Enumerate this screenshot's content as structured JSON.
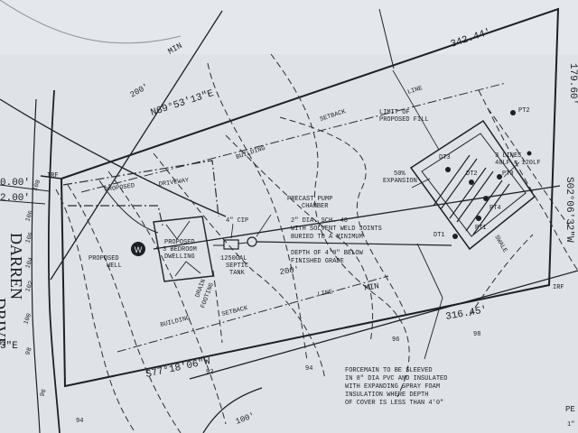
{
  "labels": {
    "dim_342_44": "342.44'",
    "dim_179_60": "179.60'",
    "dim_316_45": "316.45'",
    "dim_200_top": "200'",
    "dim_200_mid": "200'",
    "dim_100_bottom": "100'",
    "min_top": "MIN",
    "min_mid": "MIN",
    "bearing_n69": "N69°53'13\"E",
    "bearing_s02": "S02°06'32\"W",
    "bearing_s77": "S77°18'06\"W",
    "bearing_left_e": "3\"E",
    "line_top": "LINE",
    "line_mid": "LINE",
    "setback_top": "SETBACK",
    "setback_bottom": "SETBACK",
    "building_top": "BUILDING",
    "building_bottom": "BUILDING",
    "limit_fill_1": "LIMIT OF",
    "limit_fill_2": "PROPOSED FILL",
    "three_lines_1": "3 LINES",
    "three_lines_2": "40LF = 120LF",
    "expansion_1": "50%",
    "expansion_2": "EXPANSION",
    "swale": "SWALE",
    "pump_1": "PRECAST PUMP",
    "pump_2": "CHAMBER",
    "pipe_1": "2\" DIA. SCH. 40",
    "pipe_2": "WITH SOLVENT WELD JOINTS",
    "pipe_3": "BURIED TO A MINIMUM",
    "pipe_4": "DEPTH OF 4'0\" BELOW",
    "pipe_5": "FINISHED GRADE",
    "cip": "4\" CIP",
    "driveway_1": "PROPOSED",
    "driveway_2": "DRIVEWAY",
    "dwelling_1": "PROPOSED",
    "dwelling_2": "3 BEDROOM",
    "dwelling_3": "DWELLING",
    "well_1": "PROPOSED",
    "well_2": "WELL",
    "well_symbol": "W",
    "septic_1": "1250GAL",
    "septic_2": "SEPTIC",
    "septic_3": "TANK",
    "footing_1": "FOOTING",
    "footing_2": "DRAIN",
    "irf_left": "IRF",
    "irf_right": "IRF",
    "dim_left_00": "0.00'",
    "dim_left_200": "2.00'",
    "forcemain_1": "FORCEMAIN TO BE SLEEVED",
    "forcemain_2": "IN 8\" DIA PVC AND INSULATED",
    "forcemain_3": "WITH EXPANDING SPRAY FOAM",
    "forcemain_4": "INSULATION WHERE DEPTH",
    "forcemain_5": "OF COVER IS LESS THAN 4'0\"",
    "road_1": "DARREN",
    "road_2": "DRIVE",
    "pe": "PE",
    "pe_sub": "1\"",
    "contours": [
      "108",
      "106",
      "104",
      "102",
      "100",
      "98",
      "96",
      "94",
      "92",
      "98",
      "96",
      "94"
    ],
    "test_pits": [
      "PT2",
      "PT3",
      "PT4",
      "PT1",
      "DT3",
      "DT2",
      "DT1"
    ]
  }
}
